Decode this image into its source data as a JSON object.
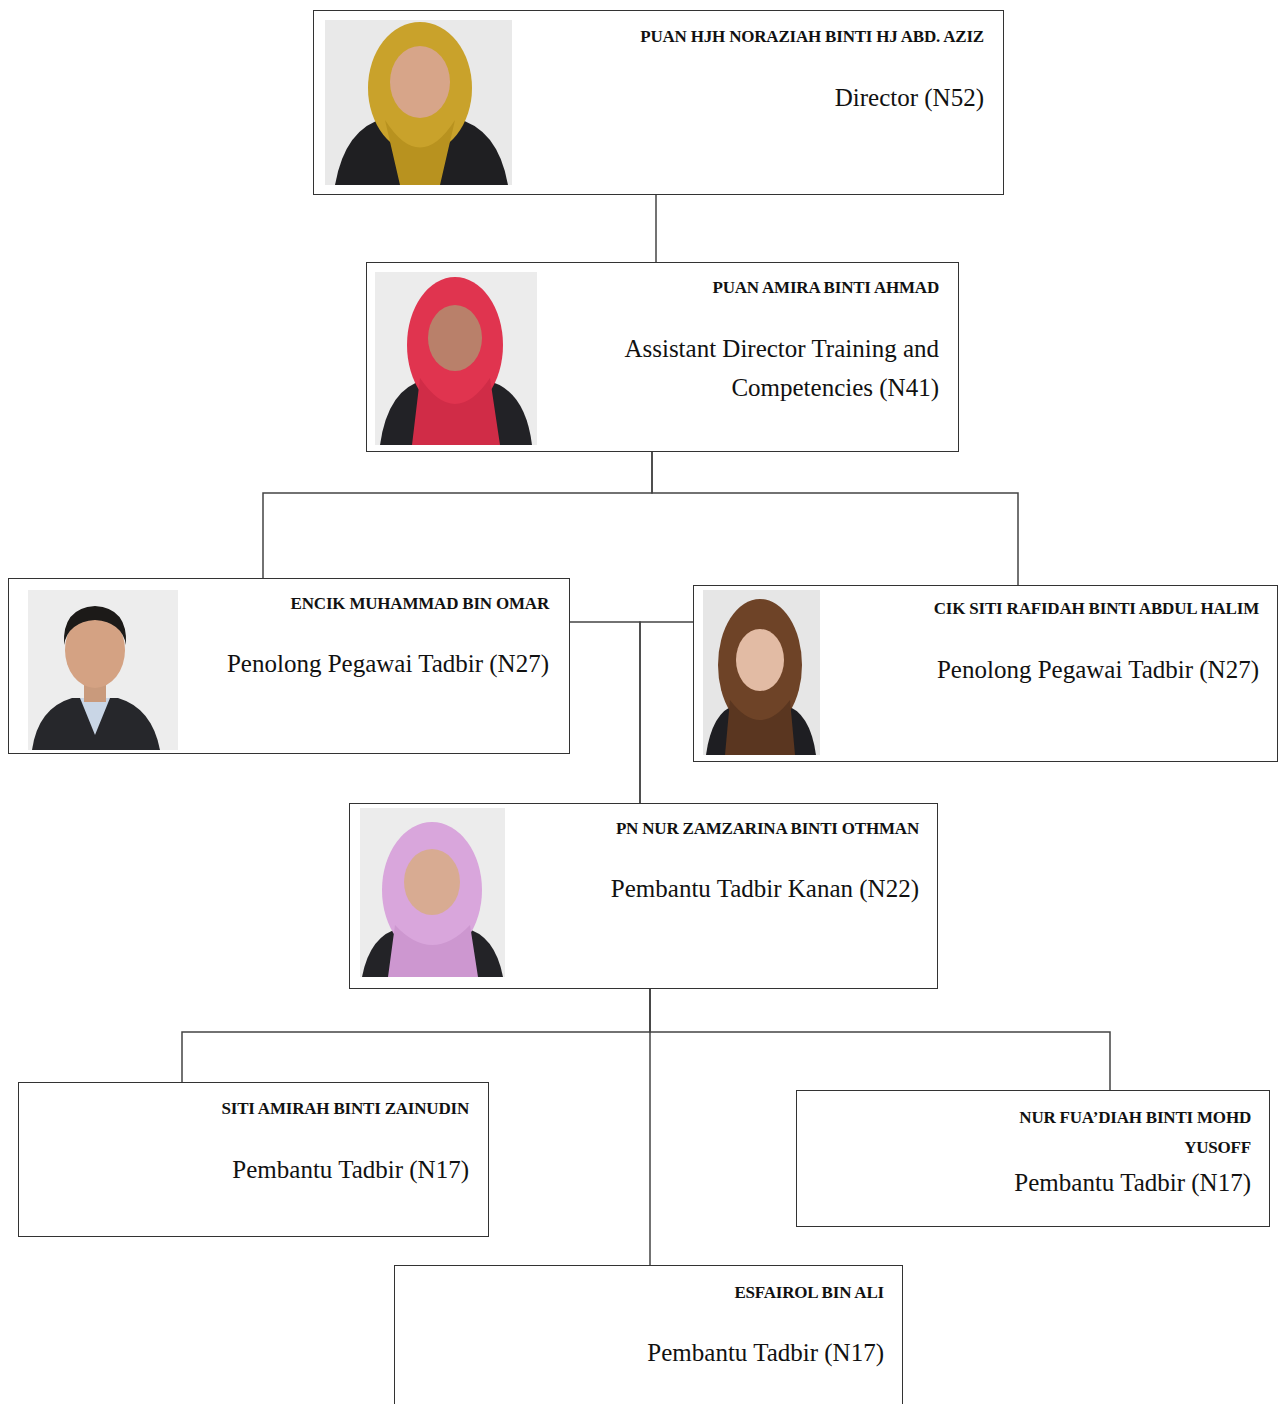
{
  "diagram": {
    "nodes": [
      {
        "text": [
          "PUAN HJH NORAZIAH BINTI HJ ABD. AZIZ",
          "Director (N52)"
        ]
      },
      {
        "text": [
          "PUAN AMIRA BINTI AHMAD",
          "Assistant Director Training and Competencies (N41)"
        ]
      },
      {
        "text": [
          "ENCIK MUHAMMAD BIN OMAR",
          "Penolong Pegawai Tadbir (N27)"
        ]
      },
      {
        "text": [
          "CIK SITI RAFIDAH BINTI ABDUL HALIM",
          "Penolong Pegawai Tadbir (N27)"
        ]
      },
      {
        "text": [
          "PN NUR ZAMZARINA BINTI OTHMAN",
          "Pembantu Tadbir Kanan (N22)"
        ]
      },
      {
        "text": [
          "SITI AMIRAH BINTI ZAINUDIN",
          "Pembantu Tadbir (N17)"
        ]
      },
      {
        "text": [
          "NUR FUA’DIAH BINTI MOHD YUSOFF",
          "Pembantu Tadbir (N17)"
        ]
      },
      {
        "text": [
          "ESFAIROL BIN ALI",
          "Pembantu Tadbir (N17)"
        ]
      }
    ],
    "edges": [
      {
        "from": 0,
        "to": 1,
        "arrow": "none"
      },
      {
        "from": 1,
        "to": 2,
        "arrow": "none"
      },
      {
        "from": 1,
        "to": 3,
        "arrow": "none"
      },
      {
        "from": 2,
        "to": 4,
        "arrow": "none"
      },
      {
        "from": 3,
        "to": 4,
        "arrow": "none"
      },
      {
        "from": 4,
        "to": 5,
        "arrow": "none"
      },
      {
        "from": 4,
        "to": 6,
        "arrow": "none"
      },
      {
        "from": 4,
        "to": 7,
        "arrow": "none"
      }
    ]
  }
}
